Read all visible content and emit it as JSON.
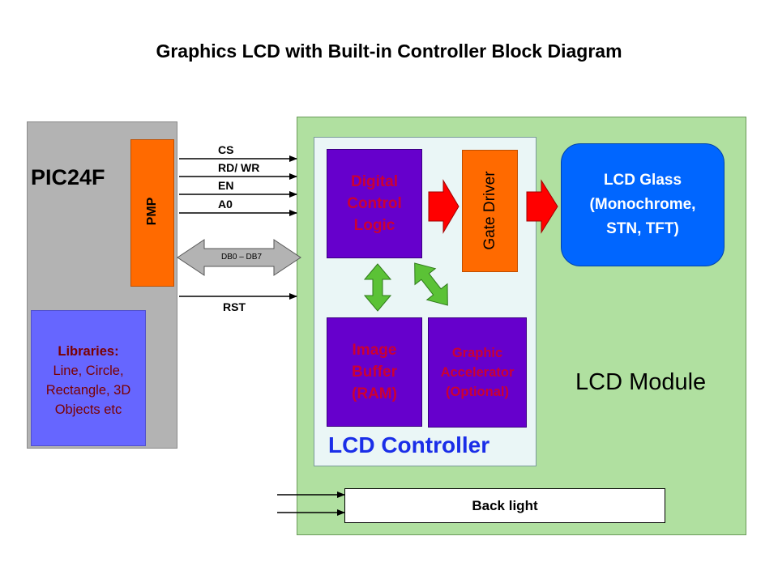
{
  "title": "Graphics LCD with Built-in Controller Block Diagram",
  "pic": {
    "label": "PIC24F",
    "pmp": "PMP"
  },
  "libraries": {
    "header": "Libraries:",
    "line1": "Line, Circle,",
    "line2": "Rectangle, 3D",
    "line3": "Objects etc"
  },
  "signals": {
    "cs": "CS",
    "rdwr": "RD/ WR",
    "en": "EN",
    "a0": "A0",
    "bus": "DB0 – DB7",
    "rst": "RST"
  },
  "controller": {
    "label": "LCD Controller",
    "digital_control": [
      "Digital",
      "Control",
      "Logic"
    ],
    "gate_driver": "Gate Driver",
    "image_buffer": [
      "Image",
      "Buffer",
      "(RAM)"
    ],
    "graphic_accel": [
      "Graphic",
      "Accelerator",
      "(Optional)"
    ]
  },
  "module": {
    "label": "LCD Module"
  },
  "glass": [
    "LCD Glass",
    "(Monochrome,",
    "STN, TFT)"
  ],
  "backlight": "Back light",
  "colors": {
    "pic_bg": "#b3b3b3",
    "pmp": "#ff6a00",
    "libraries": "#6666ff",
    "module": "#b0e0a0",
    "controller": "#eaf6f6",
    "block_purple": "#6600cc",
    "block_text": "#cc0033",
    "glass": "#0066ff",
    "red_arrow": "#ff0000",
    "green_arrow": "#5bc236",
    "ctrl_label": "#1a2ee8"
  }
}
